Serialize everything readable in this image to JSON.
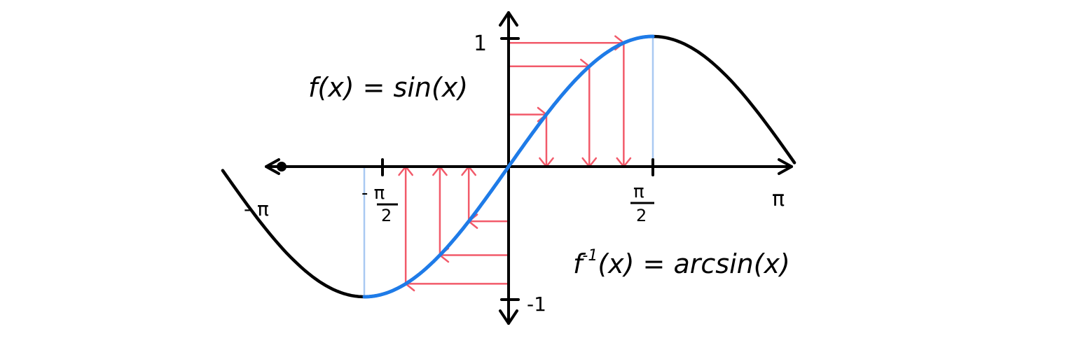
{
  "labels": {
    "y_top": "1",
    "y_bottom": "-1",
    "x_left": "- π",
    "x_right": "π",
    "half_pi_pos_num": "π",
    "half_pi_pos_den": "2",
    "half_pi_neg_num": "- π",
    "half_pi_neg_den": "2",
    "f": "f(x) = sin(x)",
    "f_inv_f": "f",
    "f_inv_exp": "-1",
    "f_inv_rest": "(x) = arcsin(x)"
  },
  "colors": {
    "axis": "#000000",
    "sine": "#000000",
    "restricted": "#1e7be8",
    "arrows": "#f25a6a",
    "vertical_guides": "#a9c9f2",
    "f_label": "#1e7be8",
    "f_inv_label": "#f0304a"
  },
  "chart_data": {
    "type": "line",
    "function": "sin(x)",
    "restricted_domain": [
      "-π/2",
      "π/2"
    ],
    "x_range": [
      "-π",
      "π"
    ],
    "y_range": [
      -1,
      1
    ],
    "mapping_arrow_y_values": [
      0.4,
      0.77,
      0.95,
      -0.42,
      -0.68,
      -0.9
    ]
  }
}
